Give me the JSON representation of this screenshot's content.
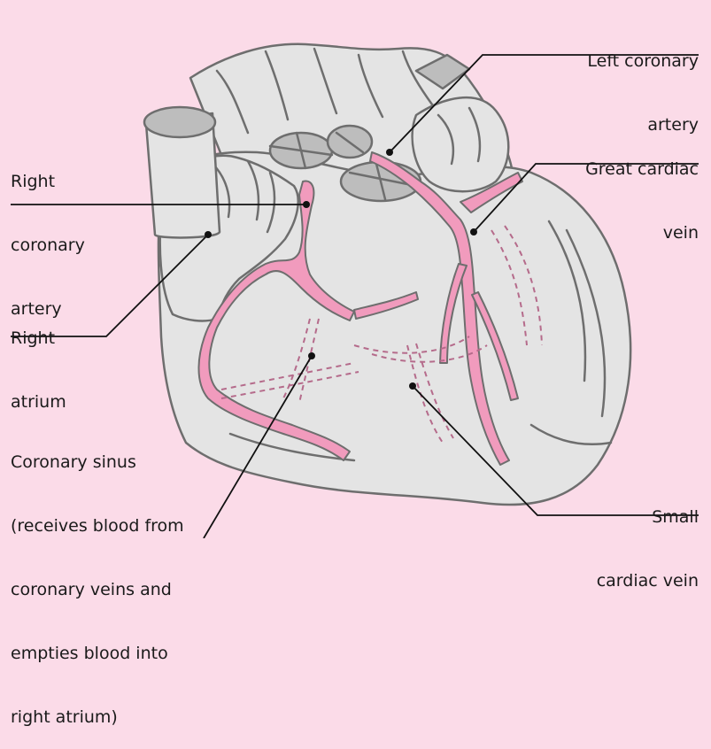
{
  "labels": {
    "left_coronary_artery": [
      "Left coronary",
      "artery"
    ],
    "great_cardiac_vein": [
      "Great cardiac",
      "vein"
    ],
    "right_coronary_artery": [
      "Right",
      "coronary",
      "artery"
    ],
    "right_atrium": [
      "Right",
      "atrium"
    ],
    "coronary_sinus": [
      "Coronary sinus",
      "(receives blood from",
      "coronary veins and",
      "empties blood into",
      "right atrium)"
    ],
    "small_cardiac_vein": [
      "Small",
      "cardiac vein"
    ]
  },
  "colors": {
    "background": "#fbdbe8",
    "heart_fill": "#e4e4e4",
    "heart_outline": "#6e6e6e",
    "vessel_pink": "#f19bbd",
    "leader_line": "#111111"
  }
}
